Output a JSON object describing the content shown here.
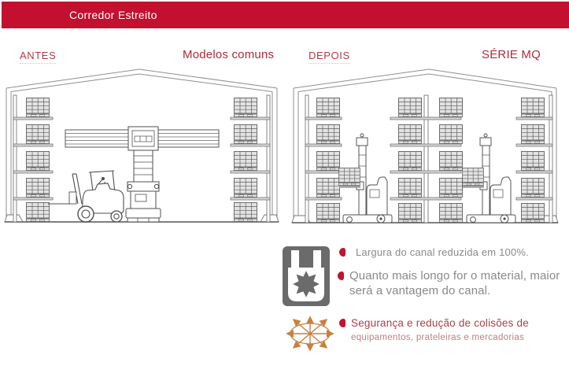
{
  "header": {
    "title": "Corredor Estreito"
  },
  "sections": {
    "before": {
      "label": "ANTES",
      "sublabel": "Modelos comuns"
    },
    "after": {
      "label": "DEPOIS",
      "sublabel": "SÉRIE MQ"
    }
  },
  "illustrations": {
    "before": "warehouse cross-section, wide aisle, counterbalance forklift and VNA truck with long material",
    "after": "warehouse cross-section, narrow aisles, two MQ series trucks with center racking"
  },
  "benefits": [
    {
      "icon": "multidirectional-forklift-icon",
      "text": "Largura do canal reduzida em 100%."
    },
    {
      "icon": "",
      "text": "Quanto mais longo for o material, maior será a vantagem do canal."
    },
    {
      "icon": "omnidirectional-arrows-icon",
      "text": "Segurança e redução de colisões de",
      "subtext": "equipamentos, prateleiras e mercadorias"
    }
  ],
  "colors": {
    "header_red": "#C2102E",
    "label_red": "#B33A46",
    "sublabel_red": "#AE2B3C",
    "bullet_red": "#C0142F",
    "benefit_gray_text": "#8a8a8a",
    "benefit_red_text": "#A84248",
    "benefit_red_light_text": "#BA8184",
    "icon_gray": "#6b6b6b",
    "icon_orange": "#C8803E",
    "drawing_line": "#4f4f4f"
  }
}
